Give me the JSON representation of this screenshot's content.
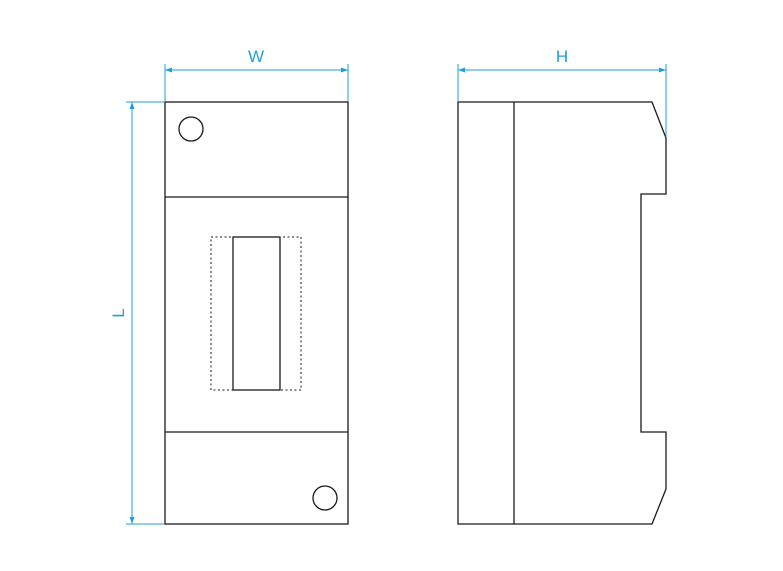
{
  "dimensions": {
    "width_label": "W",
    "height_label": "H",
    "length_label": "L"
  },
  "colors": {
    "dimension": "#1e9fd8",
    "outline": "#1a1a1a",
    "background": "#ffffff"
  }
}
